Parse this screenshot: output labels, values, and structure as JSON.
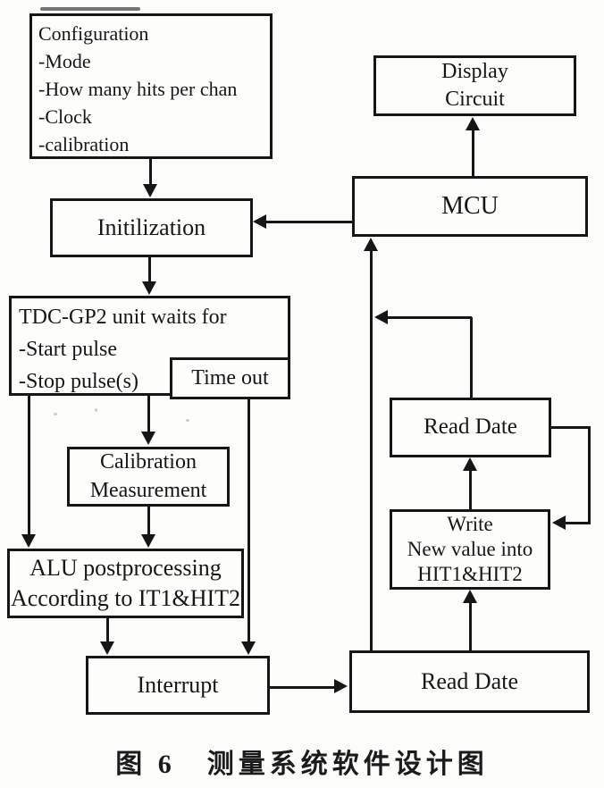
{
  "colors": {
    "ink": "#161616",
    "paper": "#fcfcfa"
  },
  "boxes": {
    "configuration": {
      "lines": [
        "Configuration",
        "-Mode",
        "-How many hits per chan",
        "-Clock",
        "-calibration"
      ]
    },
    "display_circuit": {
      "lines": [
        "Display",
        "Circuit"
      ]
    },
    "mcu": {
      "label": "MCU"
    },
    "initilization": {
      "label": "Initilization"
    },
    "tdc_wait": {
      "lines": [
        "TDC-GP2 unit waits for",
        "-Start pulse",
        "-Stop pulse(s)"
      ]
    },
    "time_out": {
      "label": "Time out"
    },
    "calibration_measurement": {
      "lines": [
        "Calibration",
        "Measurement"
      ]
    },
    "alu": {
      "lines": [
        "ALU postprocessing",
        "According to IT1&HIT2"
      ]
    },
    "interrupt": {
      "label": "Interrupt"
    },
    "read_date_top": {
      "label": "Read Date"
    },
    "write_hit": {
      "lines": [
        "Write",
        "New value into",
        "HIT1&HIT2"
      ]
    },
    "read_date_bottom": {
      "label": "Read Date"
    }
  },
  "edges": [
    {
      "from": "configuration",
      "to": "initilization"
    },
    {
      "from": "initilization",
      "to": "tdc_wait"
    },
    {
      "from": "mcu",
      "to": "initilization"
    },
    {
      "from": "mcu",
      "to": "display_circuit"
    },
    {
      "from": "tdc_wait",
      "to": "alu"
    },
    {
      "from": "tdc_wait",
      "to": "calibration_measurement"
    },
    {
      "from": "calibration_measurement",
      "to": "alu"
    },
    {
      "from": "time_out",
      "to": "interrupt"
    },
    {
      "from": "alu",
      "to": "interrupt"
    },
    {
      "from": "interrupt",
      "to": "read_date_bottom"
    },
    {
      "from": "read_date_bottom",
      "to": "mcu"
    },
    {
      "from": "read_date_bottom",
      "to": "write_hit"
    },
    {
      "from": "write_hit",
      "to": "read_date_top"
    },
    {
      "from": "read_date_top",
      "to": "write_hit"
    },
    {
      "from": "read_date_top",
      "to": "mcu_line"
    }
  ],
  "caption": "图 6　测量系统软件设计图"
}
